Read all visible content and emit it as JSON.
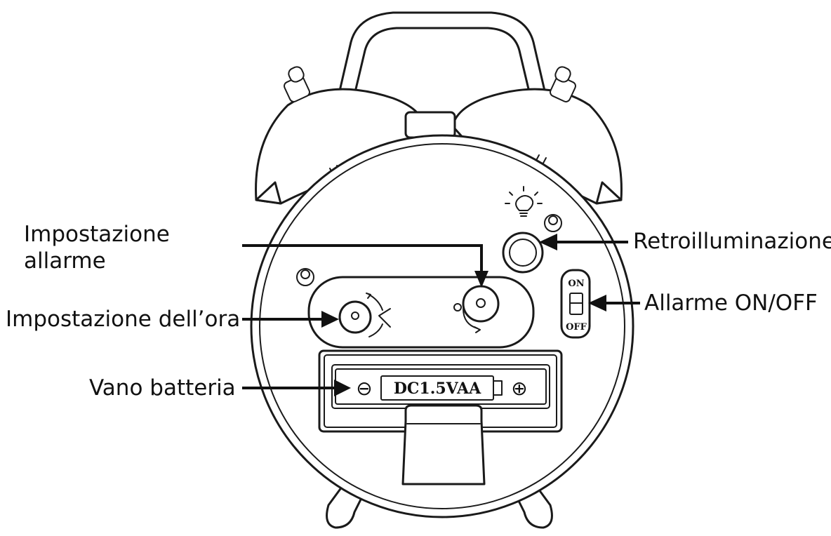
{
  "labels": {
    "alarm_setting_line1": "Impostazione",
    "alarm_setting_line2": "allarme",
    "time_setting": "Impostazione dell’ora",
    "battery": "Vano batteria",
    "backlight": "Retroilluminazione",
    "alarm_switch": "Allarme ON/OFF"
  },
  "clock_markings": {
    "battery_plate": "DC1.5VAA",
    "switch_on": "ON",
    "switch_off": "OFF",
    "minus_symbol": "⊖",
    "plus_symbol": "⊕"
  },
  "icons": [
    "lightbulb-icon"
  ],
  "colors": {
    "line": "#1a1a1a",
    "background": "#ffffff"
  }
}
